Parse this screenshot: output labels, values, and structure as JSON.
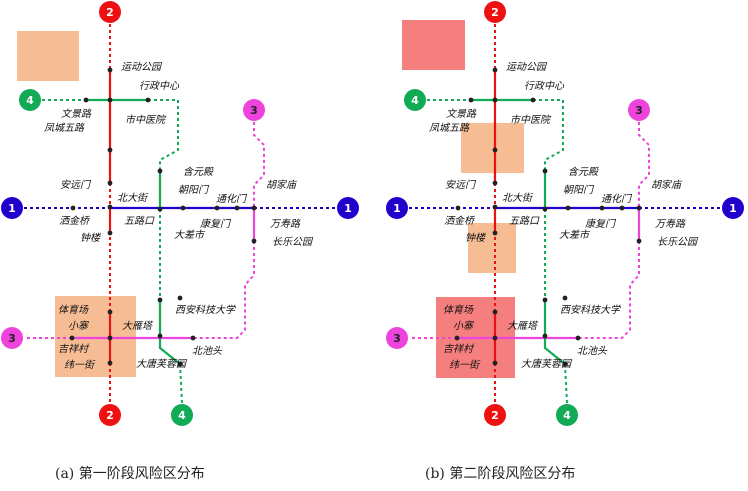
{
  "colors": {
    "line1": "#2200cc",
    "line2": "#ee1111",
    "line3": "#ee44dd",
    "line4": "#11aa55",
    "risk_mid": "#f4b183",
    "risk_high": "#f47474",
    "station": "#222222"
  },
  "line_badges": [
    {
      "id": "l2-top",
      "panel": "a",
      "line": "2",
      "label": "2",
      "color": "#ee1111"
    },
    {
      "id": "l2-bottom",
      "panel": "a",
      "line": "2",
      "label": "2",
      "color": "#ee1111"
    },
    {
      "id": "l1-left",
      "panel": "a",
      "line": "1",
      "label": "1",
      "color": "#2200cc"
    },
    {
      "id": "l1-right",
      "panel": "a",
      "line": "1",
      "label": "1",
      "color": "#2200cc"
    },
    {
      "id": "l3-top",
      "panel": "a",
      "line": "3",
      "label": "3",
      "color": "#ee44dd"
    },
    {
      "id": "l3-left",
      "panel": "a",
      "line": "3",
      "label": "3",
      "color": "#ee44dd"
    },
    {
      "id": "l4-left",
      "panel": "a",
      "line": "4",
      "label": "4",
      "color": "#11aa55"
    },
    {
      "id": "l4-bottom",
      "panel": "a",
      "line": "4",
      "label": "4",
      "color": "#11aa55"
    },
    {
      "id": "l2-top",
      "panel": "b",
      "line": "2",
      "label": "2",
      "color": "#ee1111"
    },
    {
      "id": "l2-bottom",
      "panel": "b",
      "line": "2",
      "label": "2",
      "color": "#ee1111"
    },
    {
      "id": "l1-left",
      "panel": "b",
      "line": "1",
      "label": "1",
      "color": "#2200cc"
    },
    {
      "id": "l1-right",
      "panel": "b",
      "line": "1",
      "label": "1",
      "color": "#2200cc"
    },
    {
      "id": "l3-top",
      "panel": "b",
      "line": "3",
      "label": "3",
      "color": "#ee44dd"
    },
    {
      "id": "l3-left",
      "panel": "b",
      "line": "3",
      "label": "3",
      "color": "#ee44dd"
    },
    {
      "id": "l4-left",
      "panel": "b",
      "line": "4",
      "label": "4",
      "color": "#11aa55"
    },
    {
      "id": "l4-bottom",
      "panel": "b",
      "line": "4",
      "label": "4",
      "color": "#11aa55"
    }
  ],
  "stations": [
    {
      "key": "yundong",
      "label": "运动公园"
    },
    {
      "key": "xingzheng",
      "label": "行政中心"
    },
    {
      "key": "wenjing",
      "label": "文景路"
    },
    {
      "key": "fengcheng5",
      "label": "凤城五路"
    },
    {
      "key": "shizhong",
      "label": "市中医院"
    },
    {
      "key": "anyuan",
      "label": "安远门"
    },
    {
      "key": "beidajie",
      "label": "北大街"
    },
    {
      "key": "hanyuan",
      "label": "含元殿"
    },
    {
      "key": "chaoyang",
      "label": "朝阳门"
    },
    {
      "key": "tonghua",
      "label": "通化门"
    },
    {
      "key": "hujia",
      "label": "胡家庙"
    },
    {
      "key": "sajinqiao",
      "label": "洒金桥"
    },
    {
      "key": "wulukou",
      "label": "五路口"
    },
    {
      "key": "kangfu",
      "label": "康复门"
    },
    {
      "key": "wanshou",
      "label": "万寿路"
    },
    {
      "key": "zhonglou",
      "label": "钟楼"
    },
    {
      "key": "dachaishi",
      "label": "大差市"
    },
    {
      "key": "changle",
      "label": "长乐公园"
    },
    {
      "key": "xianke",
      "label": "西安科技大学"
    },
    {
      "key": "tiyuchang",
      "label": "体育场"
    },
    {
      "key": "xiaozhai",
      "label": "小寨"
    },
    {
      "key": "dayanta",
      "label": "大雁塔"
    },
    {
      "key": "jixiang",
      "label": "吉祥村"
    },
    {
      "key": "beichitou",
      "label": "北池头"
    },
    {
      "key": "weiyi",
      "label": "纬一街"
    },
    {
      "key": "dafurong",
      "label": "大唐芙蓉园"
    }
  ],
  "risk_zones": {
    "a": [
      {
        "id": "legend",
        "level": "mid"
      },
      {
        "id": "south-hub",
        "level": "mid"
      }
    ],
    "b": [
      {
        "id": "legend",
        "level": "high"
      },
      {
        "id": "fengcheng",
        "level": "mid"
      },
      {
        "id": "zhonglou",
        "level": "mid"
      },
      {
        "id": "south-hub",
        "level": "high"
      }
    ]
  },
  "captions": {
    "a": "(a) 第一阶段风险区分布",
    "b": "(b) 第二阶段风险区分布"
  }
}
